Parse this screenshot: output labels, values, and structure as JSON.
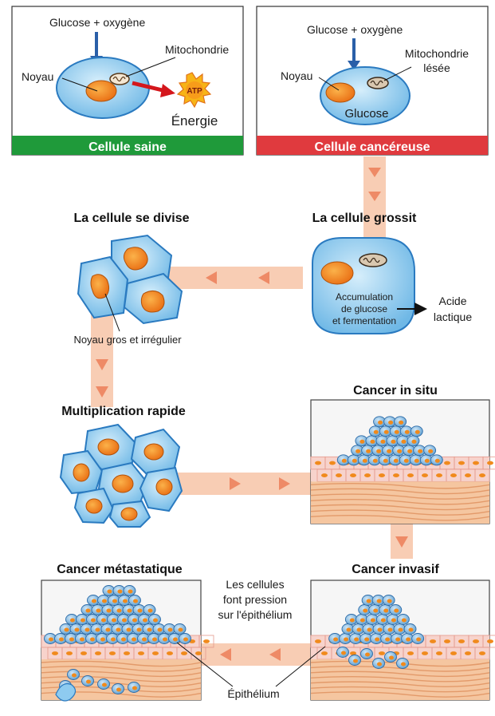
{
  "panels": {
    "healthy": {
      "title": "Cellule saine",
      "input": "Glucose + oxygène",
      "nucleus": "Noyau",
      "mitochondria": "Mitochondrie",
      "atp": "ATP",
      "energy": "Énergie"
    },
    "cancerous": {
      "title": "Cellule cancéreuse",
      "input": "Glucose + oxygène",
      "nucleus": "Noyau",
      "mitochondria_line1": "Mitochondrie",
      "mitochondria_line2": "lésée",
      "glucose": "Glucose"
    }
  },
  "stages": {
    "grows": {
      "title": "La cellule grossit",
      "accumulation_line1": "Accumulation",
      "accumulation_line2": "de glucose",
      "accumulation_line3": "et fermentation",
      "acid_line1": "Acide",
      "acid_line2": "lactique"
    },
    "divides": {
      "title": "La cellule se divise",
      "nucleus_note": "Noyau gros et irrégulier"
    },
    "multiplication": {
      "title": "Multiplication rapide"
    },
    "in_situ": {
      "title": "Cancer in situ"
    },
    "invasive": {
      "title": "Cancer invasif"
    },
    "metastatic": {
      "title": "Cancer métastatique"
    }
  },
  "notes": {
    "pressure_line1": "Les cellules",
    "pressure_line2": "font pression",
    "pressure_line3": "sur l'épithélium",
    "epithelium": "Épithélium"
  },
  "colors": {
    "healthy_bar": "#1f9a3a",
    "cancer_bar": "#e03a3e",
    "cell_fill": "#8ecbf0",
    "cell_stroke": "#2a7ac0",
    "nucleus": "#f08a1c",
    "flow_arrow": "#f8cdb4",
    "arrow_head": "#ee8a66",
    "red_arrow": "#d4161c",
    "blue_arrow": "#2a5fa8"
  }
}
